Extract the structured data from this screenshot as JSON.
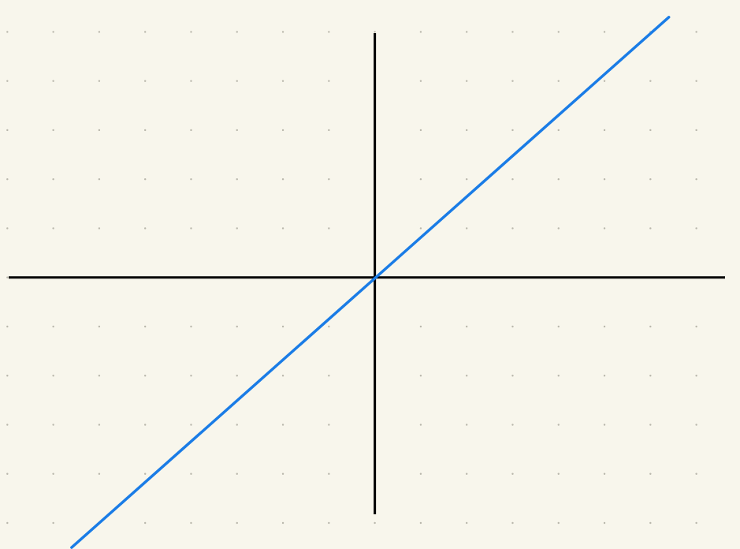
{
  "colors": {
    "background": "#f8f6ec",
    "dot": "#b9b7ac",
    "axis": "#000000",
    "line": "#1a7ce6"
  },
  "chart_data": {
    "type": "line",
    "title": "",
    "xlabel": "",
    "ylabel": "",
    "xlim": [
      -8.16,
      7.95
    ],
    "ylim": [
      -5.53,
      5.65
    ],
    "grid": "dots",
    "grid_spacing": 1,
    "series": [
      {
        "x": [
          -6.6,
          6.4
        ],
        "y": [
          -5.5,
          5.3
        ]
      }
    ]
  }
}
